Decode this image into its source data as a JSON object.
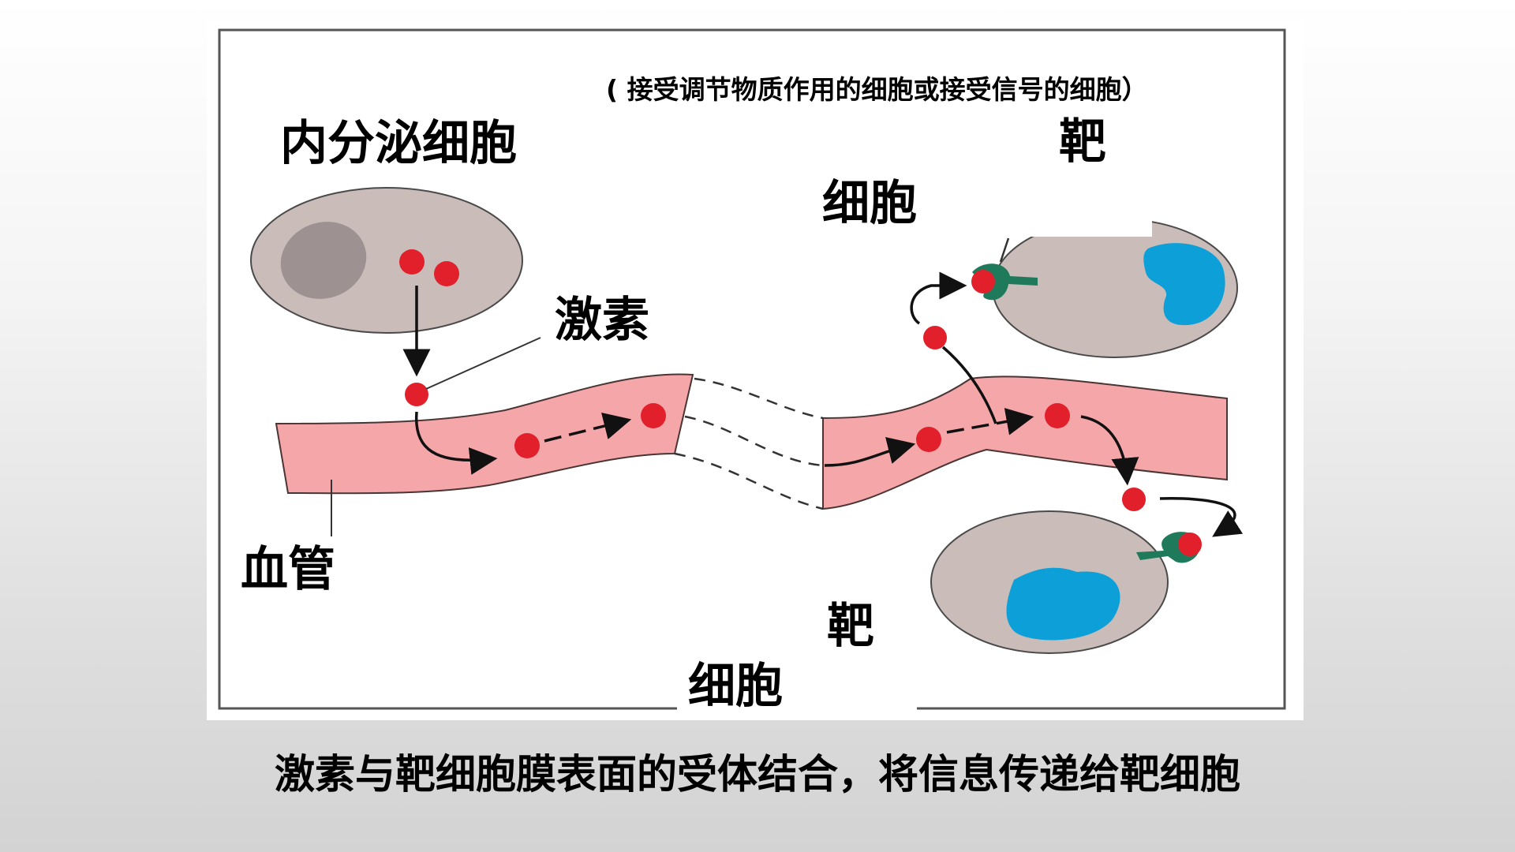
{
  "diagram": {
    "note": "( 接受调节物质作用的细胞或接受信号的细胞）",
    "endocrine_cell_label": "内分泌细胞",
    "hormone_label": "激素",
    "blood_vessel_label": "血管",
    "target_cell_top_label_line1": "靶",
    "target_cell_top_label_line2": "细胞",
    "target_cell_bottom_label_line1": "靶",
    "target_cell_bottom_label_line2": "细胞",
    "colors": {
      "cell_body": "#c9bcb9",
      "cell_outline": "#4a4a4a",
      "endocrine_nucleus": "#9d9191",
      "target_nucleus": "#0d9fd8",
      "hormone": "#e1202c",
      "vessel": "#f4a6a9",
      "receptor": "#1e7a5a",
      "frame": "#555555"
    }
  },
  "caption": "激素与靶细胞膜表面的受体结合，将信息传递给靶细胞"
}
